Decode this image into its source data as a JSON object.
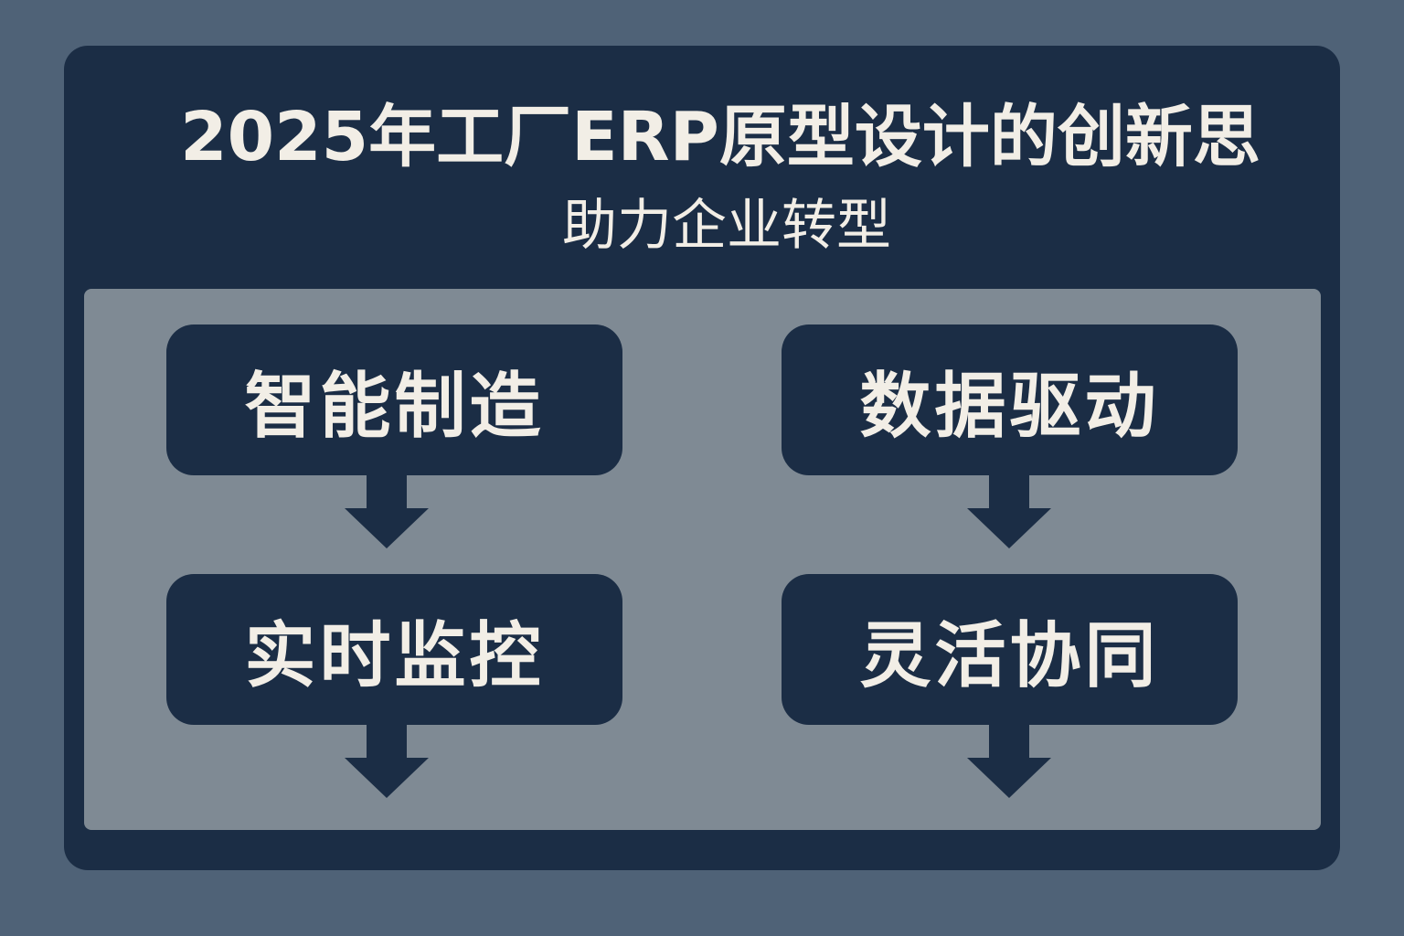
{
  "title": "2025年工厂ERP原型设计的创新思",
  "subtitle": "助力企业转型",
  "nodes": [
    {
      "label": "智能制造"
    },
    {
      "label": "数据驱动"
    },
    {
      "label": "实时监控"
    },
    {
      "label": "灵活协同"
    }
  ],
  "colors": {
    "background": "#4f6277",
    "panel": "#1b2d45",
    "inner": "#7f8a94",
    "text": "#f2eee6"
  }
}
